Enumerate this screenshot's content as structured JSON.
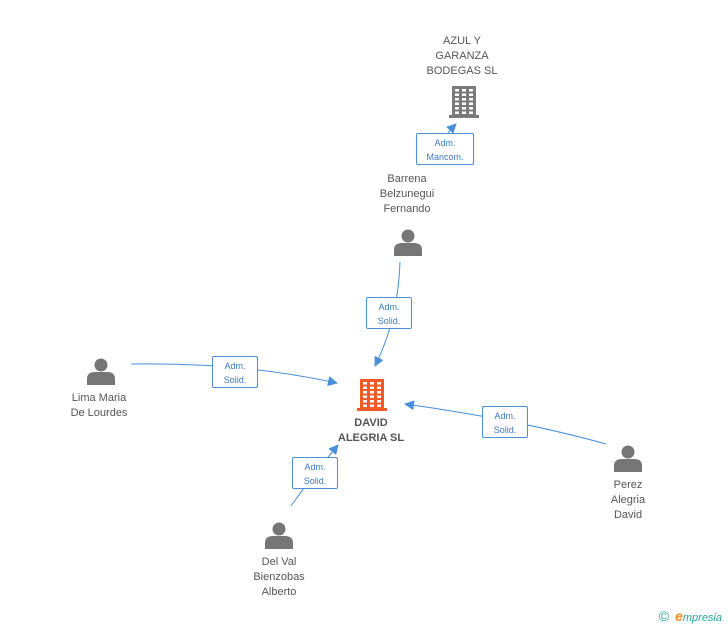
{
  "colors": {
    "line": "#4a90d9",
    "person": "#767676",
    "company": "#7a7a7a",
    "focal_company": "#f05a28"
  },
  "nodes": [
    {
      "id": "azul",
      "type": "company",
      "label": "AZUL Y\nGARANZA\nBODEGAS SL",
      "icon": "building-icon"
    },
    {
      "id": "barrena",
      "type": "person",
      "label": "Barrena\nBelzunegui\nFernando",
      "icon": "person-icon"
    },
    {
      "id": "david",
      "type": "company",
      "focal": true,
      "label": "DAVID\nALEGRIA SL",
      "icon": "building-icon"
    },
    {
      "id": "lima",
      "type": "person",
      "label": "Lima Maria\nDe Lourdes",
      "icon": "person-icon"
    },
    {
      "id": "perez",
      "type": "person",
      "label": "Perez\nAlegria\nDavid",
      "icon": "person-icon"
    },
    {
      "id": "delval",
      "type": "person",
      "label": "Del Val\nBienzobas\nAlberto",
      "icon": "person-icon"
    }
  ],
  "edges": [
    {
      "from": "barrena",
      "to": "azul",
      "line1": "Adm.",
      "line2": "Mancom."
    },
    {
      "from": "barrena",
      "to": "david",
      "line1": "Adm.",
      "line2": "Solid."
    },
    {
      "from": "lima",
      "to": "david",
      "line1": "Adm.",
      "line2": "Solid."
    },
    {
      "from": "perez",
      "to": "david",
      "line1": "Adm.",
      "line2": "Solid."
    },
    {
      "from": "delval",
      "to": "david",
      "line1": "Adm.",
      "line2": "Solid."
    }
  ],
  "footer": {
    "copyright_symbol": "©",
    "brand_first": "e",
    "brand_rest": "mpresia"
  }
}
